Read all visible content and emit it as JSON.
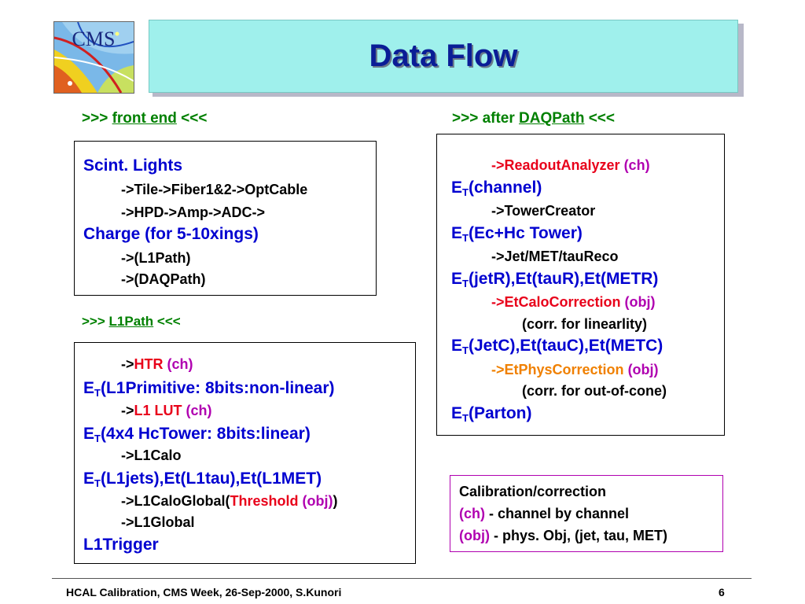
{
  "title": "Data Flow",
  "logo": {
    "text": "CMS"
  },
  "front_end": {
    "prefix": ">>> ",
    "link": "front end",
    "suffix": " <<<",
    "lines": [
      "Scint. Lights",
      "->Tile->Fiber1&2->OptCable",
      "->HPD->Amp->ADC->",
      "Charge (for 5-10xings)",
      "->(L1Path)",
      "->(DAQPath)"
    ]
  },
  "l1path": {
    "prefix": ">>> ",
    "link": "L1Path",
    "suffix": " <<<",
    "htr_arrow": "->",
    "htr": "HTR",
    "htr_tag": "(ch)",
    "et1_sym": "E",
    "et1_sub": "T",
    "et1": "(L1Primitive: 8bits:non-linear)",
    "lut_arrow": "->",
    "lut": "L1 LUT",
    "lut_tag": "(ch)",
    "et2_sym": "E",
    "et2_sub": "T",
    "et2": "(4x4 HcTower: 8bits:linear)",
    "l1calo": "->L1Calo",
    "et3_sym": "E",
    "et3_sub": "T",
    "et3": "(L1jets),Et(L1tau),Et(L1MET)",
    "global_prefix": "->L1CaloGlobal(",
    "threshold": "Threshold",
    "threshold_tag": "(obj)",
    "global_suffix": ")",
    "l1global": "->L1Global",
    "trigger": "L1Trigger"
  },
  "daq": {
    "prefix": ">>> after ",
    "link": "DAQPath",
    "suffix": " <<<",
    "readout": "->ReadoutAnalyzer",
    "readout_tag": "(ch)",
    "et1_sym": "E",
    "et1_sub": "T",
    "et1": "(channel)",
    "tower": "->TowerCreator",
    "et2_sym": "E",
    "et2_sub": "T",
    "et2": "(Ec+Hc Tower)",
    "jetmet": "->Jet/MET/tauReco",
    "et3_sym": "E",
    "et3_sub": "T",
    "et3": "(jetR),Et(tauR),Et(METR)",
    "calo_corr": "->EtCaloCorrection",
    "calo_corr_tag": "(obj)",
    "calo_note": "(corr. for linearlity)",
    "et4_sym": "E",
    "et4_sub": "T",
    "et4": "(JetC),Et(tauC),Et(METC)",
    "phys_corr": "->EtPhysCorrection",
    "phys_corr_tag": "(obj)",
    "phys_note": "(corr. for out-of-cone)",
    "et5_sym": "E",
    "et5_sub": "T",
    "et5": "(Parton)"
  },
  "legend": {
    "title": "Calibration/correction",
    "ch_tag": "(ch)",
    "ch_text": " - channel by channel",
    "obj_tag": "(obj)",
    "obj_text": " - phys. Obj, (jet, tau, MET)"
  },
  "footer": {
    "left": "HCAL Calibration, CMS Week, 26-Sep-2000, S.Kunori",
    "page": "6"
  },
  "colors": {
    "title_bg": "#9ff0ec",
    "title_text": "#0a1d96",
    "header_green": "#008000",
    "blue_text": "#0000d0",
    "red_text": "#e8001a",
    "magenta_text": "#b000b0",
    "orange_text": "#f08000"
  }
}
